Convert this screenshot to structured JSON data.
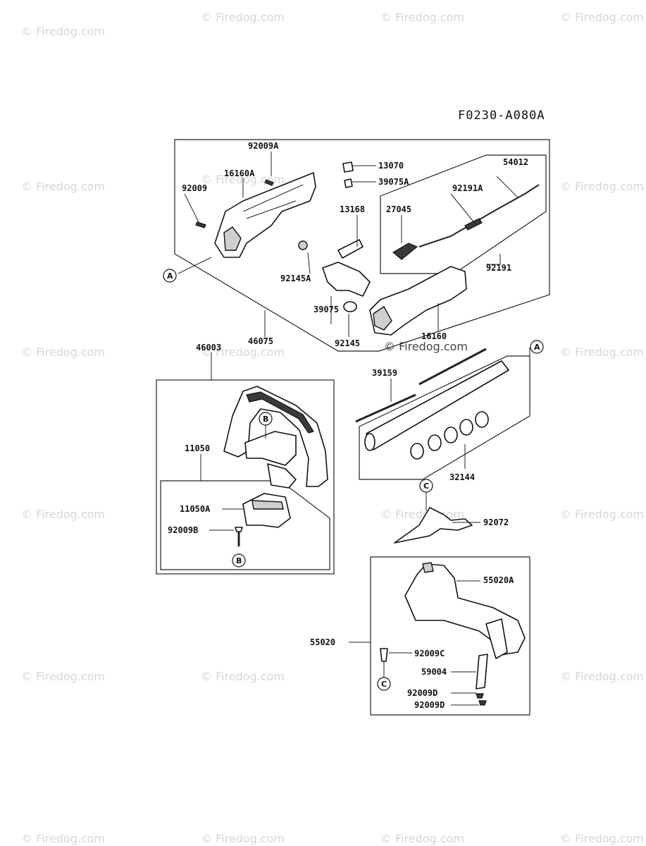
{
  "diagram_code": "F0230-A080A",
  "watermark_text": "© Firedog.com",
  "watermarks_count_note": "",
  "part_labels": {
    "p92009A": "92009A",
    "p13070": "13070",
    "p16160A": "16160A",
    "p39075A": "39075A",
    "p54012": "54012",
    "p92009": "92009",
    "p92191A": "92191A",
    "p13168": "13168",
    "p27045": "27045",
    "p92191": "92191",
    "p92145A": "92145A",
    "p39075": "39075",
    "p16160": "16160",
    "p46075": "46075",
    "p92145": "92145",
    "p46003": "46003",
    "p39159": "39159",
    "p11050": "11050",
    "p11050A": "11050A",
    "p92009B": "92009B",
    "p32144": "32144",
    "p92072": "92072",
    "p55020A": "55020A",
    "p55020": "55020",
    "p92009C": "92009C",
    "p59004": "59004",
    "p92009D_1": "92009D",
    "p92009D_2": "92009D"
  },
  "callouts": {
    "a_left": "A",
    "a_right": "A",
    "b_top": "B",
    "b_bottom": "B",
    "c_top": "C",
    "c_bottom": "C"
  }
}
